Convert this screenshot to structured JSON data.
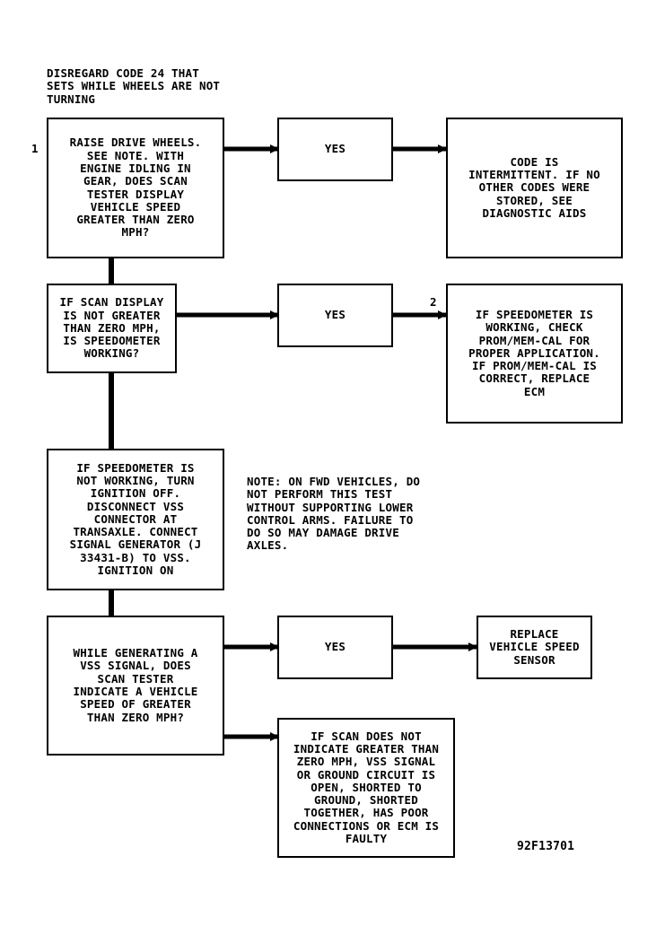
{
  "header_note": "DISREGARD CODE 24 THAT\nSETS WHILE WHEELS ARE NOT\nTURNING",
  "step_labels": {
    "step1": "1",
    "step2": "2"
  },
  "q1": "RAISE DRIVE WHEELS.\nSEE NOTE. WITH\nENGINE IDLING IN\nGEAR, DOES SCAN\nTESTER DISPLAY\nVEHICLE SPEED\nGREATER THAN ZERO\nMPH?",
  "yes1": "YES",
  "r1": "CODE IS\nINTERMITTENT. IF NO\nOTHER CODES WERE\nSTORED, SEE\nDIAGNOSTIC AIDS",
  "q2": "IF SCAN DISPLAY\nIS NOT GREATER\nTHAN ZERO MPH,\nIS SPEEDOMETER\nWORKING?",
  "yes2": "YES",
  "r2": "IF SPEEDOMETER IS\nWORKING, CHECK\nPROM/MEM-CAL FOR\nPROPER APPLICATION.\nIF PROM/MEM-CAL IS\nCORRECT, REPLACE\nECM",
  "q3": "IF SPEEDOMETER IS\nNOT WORKING, TURN\nIGNITION OFF.\nDISCONNECT VSS\nCONNECTOR AT\nTRANSAXLE. CONNECT\nSIGNAL GENERATOR (J\n33431-B) TO VSS.\nIGNITION ON",
  "note": "NOTE: ON FWD VEHICLES, DO\nNOT PERFORM THIS TEST\nWITHOUT SUPPORTING LOWER\nCONTROL ARMS. FAILURE TO\nDO SO MAY DAMAGE DRIVE\nAXLES.",
  "q4": "WHILE GENERATING A\nVSS SIGNAL, DOES\nSCAN TESTER\nINDICATE A VEHICLE\nSPEED OF GREATER\nTHAN ZERO MPH?",
  "yes3": "YES",
  "r3": "REPLACE\nVEHICLE SPEED\nSENSOR",
  "r4": "IF SCAN DOES NOT\nINDICATE GREATER THAN\nZERO MPH, VSS SIGNAL\nOR GROUND CIRCUIT IS\nOPEN, SHORTED TO\nGROUND, SHORTED\nTOGETHER, HAS POOR\nCONNECTIONS OR ECM IS\nFAULTY",
  "figure_id": "92F13701"
}
